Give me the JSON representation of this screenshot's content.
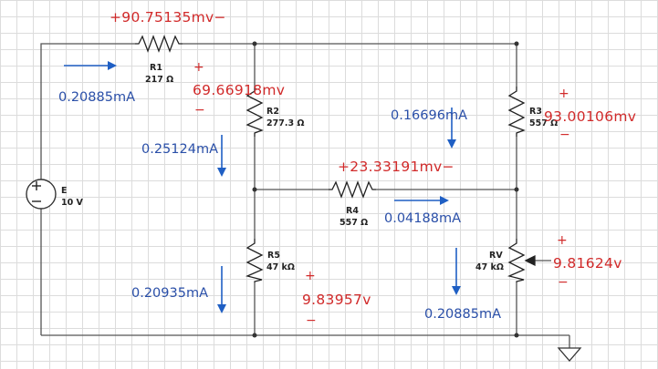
{
  "components": {
    "source": {
      "name": "E",
      "value": "10 V"
    },
    "r1": {
      "name": "R1",
      "value": "217 Ω"
    },
    "r2": {
      "name": "R2",
      "value": "277.3 Ω"
    },
    "r3": {
      "name": "R3",
      "value": "557 Ω"
    },
    "r4": {
      "name": "R4",
      "value": "557 Ω"
    },
    "r5": {
      "name": "R5",
      "value": "47 kΩ"
    },
    "rv": {
      "name": "RV",
      "value": "47 kΩ"
    }
  },
  "voltages": {
    "r1": "+90.75135mv−",
    "r2": "69.66918mv",
    "r3": "93.00106mv",
    "r4": "+23.33191mv−",
    "r5": "9.83957v",
    "rv": "9.81624v"
  },
  "currents": {
    "r1": "0.20885mA",
    "r2": "0.25124mA",
    "r3": "0.16696mA",
    "r4": "0.04188mA",
    "r5": "0.20935mA",
    "rv": "0.20885mA"
  },
  "polarity": {
    "plus": "+",
    "minus": "−"
  },
  "colors": {
    "voltage": "#d12a2a",
    "current": "#2a4fa8",
    "arrow": "#1f5fc4",
    "wire": "#555555"
  }
}
